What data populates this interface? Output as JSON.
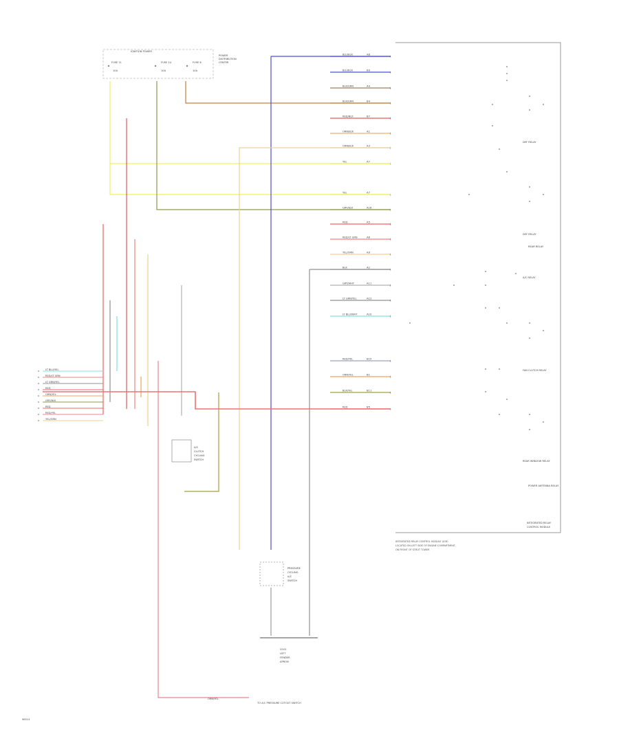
{
  "fuse_block": {
    "title": "IGNITION POWER",
    "fuses": [
      "FUSE 11",
      "FUSE 14",
      "FUSE 6"
    ],
    "ratings": [
      "10A",
      "10A",
      "10A"
    ],
    "location": [
      "POWER",
      "DISTRIBUTION",
      "CENTER"
    ]
  },
  "wires": [
    {
      "label": "BLU/BLK",
      "pin": "A8",
      "color": "#4a4adf"
    },
    {
      "label": "BLU/BLK",
      "pin": "B9",
      "color": "#4a4adf"
    },
    {
      "label": "BLK/GRN",
      "pin": "A4",
      "color": "#a08060"
    },
    {
      "label": "BLK/GRN",
      "pin": "B4",
      "color": "#c08040"
    },
    {
      "label": "RED/BLK",
      "pin": "B7",
      "color": "#e05a5a"
    },
    {
      "label": "ORN/BLK",
      "pin": "A1",
      "color": "#f0b070"
    },
    {
      "label": "ORN/BLK",
      "pin": "A3",
      "color": "#f0c890"
    },
    {
      "label": "YEL",
      "pin": "A7",
      "color": "#f0f060"
    },
    {
      "label": "YEL",
      "pin": "A7",
      "color": "#f0f060"
    },
    {
      "label": "GRY/BLK",
      "pin": "A16",
      "color": "#8a9a50"
    },
    {
      "label": "RED",
      "pin": "A5",
      "color": "#f06060"
    },
    {
      "label": "RED/LT GRN",
      "pin": "A6",
      "color": "#f08080"
    },
    {
      "label": "YEL/ORN",
      "pin": "A9",
      "color": "#f0d090"
    },
    {
      "label": "BLK",
      "pin": "A2",
      "color": "#909090"
    },
    {
      "label": "GRY/WHT",
      "pin": "A11",
      "color": "#b0b0b0"
    },
    {
      "label": "LT GRN/YEL",
      "pin": "A12",
      "color": "#909090"
    },
    {
      "label": "LT BLU/WHT",
      "pin": "A10",
      "color": "#80e0e0"
    },
    {
      "label": "RED/YEL",
      "pin": "B15",
      "color": "#a0a0c0"
    },
    {
      "label": "ORN/YEL",
      "pin": "B1",
      "color": "#f0a060"
    },
    {
      "label": "BLK/YEL",
      "pin": "B11",
      "color": "#a0a040"
    },
    {
      "label": "RED",
      "pin": "B5",
      "color": "#f07070"
    }
  ],
  "module": {
    "relays": [
      "DEF RELAY",
      "DEF RELAY",
      "REAR RELAY",
      "A/C RELAY",
      "FAN CLUTCH RELAY",
      "REAR WINDOW RELAY",
      "POWER ANTENNA RELAY"
    ],
    "control_unit": [
      "INTEGRATED RELAY",
      "CONTROL MODULE"
    ],
    "note": [
      "INTEGRATED RELAY CONTROL MODULE (ICM)",
      "LOCATED ON LEFT SIDE OF ENGINE COMPARTMENT,",
      "ON FRONT OF STRUT TOWER"
    ]
  },
  "connector_labels": [
    "LT BLU/YEL",
    "RED/LT GRN",
    "LT GRN/YEL",
    "RED",
    "ORN/YEL",
    "GRY/BLK",
    "RED",
    "RED/YEL",
    "YEL/ORN"
  ],
  "components": {
    "relay_switch": [
      "A/C",
      "CLUTCH",
      "CYCLING",
      "SWITCH"
    ],
    "pressure_switch": [
      "PRESSURE",
      "CYCLING",
      "A/C",
      "SWITCH"
    ],
    "ground": [
      "G101",
      "LEFT",
      "FENDER",
      "APRON"
    ],
    "bottom_wire": "ORN/YEL",
    "bottom_text": "TO A/C PRESSURE CUTOUT SWITCH"
  },
  "footer": "96513"
}
